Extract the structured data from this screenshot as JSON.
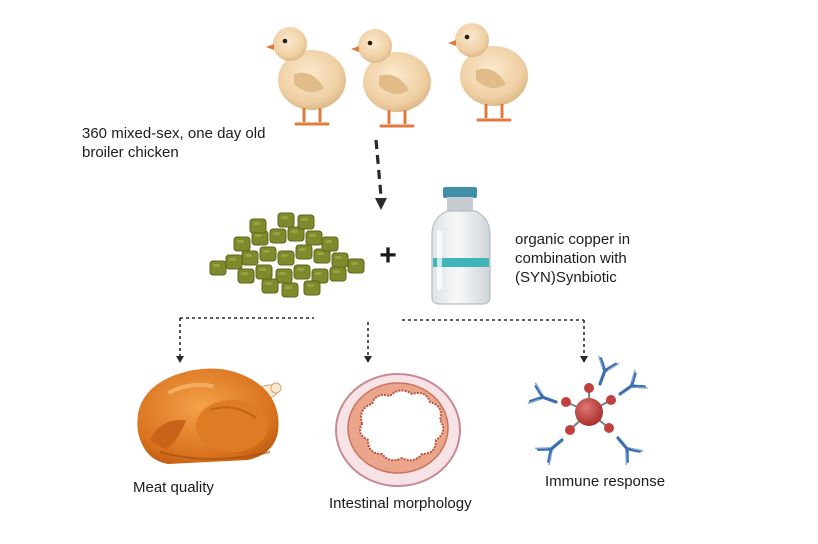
{
  "labels": {
    "chicks": "360 mixed-sex, one day old broiler chicken",
    "supplement": "organic copper in combination with (SYN)Synbiotic",
    "meat": "Meat quality",
    "intestine": "Intestinal morphology",
    "immune": "Immune response"
  },
  "symbols": {
    "plus": "+"
  },
  "icons": [
    "chick-icon",
    "feed-pellets-icon",
    "vial-icon",
    "roast-chicken-icon",
    "intestine-cross-section-icon",
    "antibody-antigen-icon"
  ],
  "colors": {
    "chick_body": "#f0d3a8",
    "pellet": "#7f8a2c",
    "vial_band": "#3fb5b8",
    "meat": "#d8741e",
    "intestine": "#e89a82",
    "antigen": "#c0403e",
    "antibody": "#3d6fb0"
  }
}
